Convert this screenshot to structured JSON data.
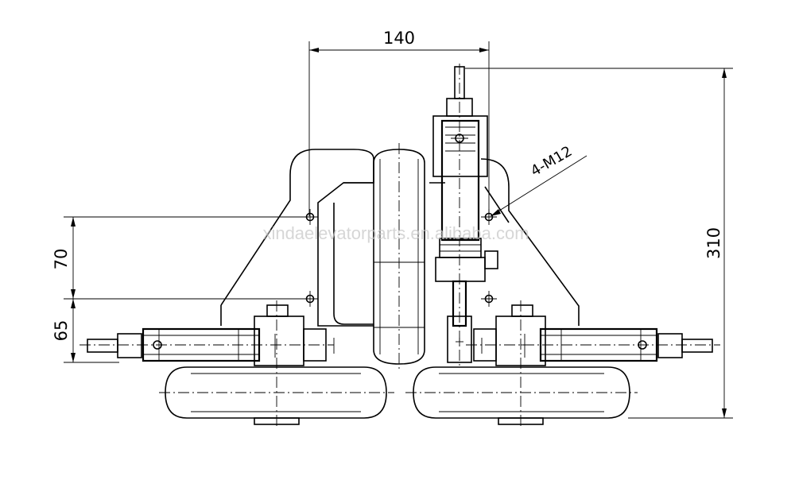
{
  "dimensions": {
    "top_width": "140",
    "total_height": "310",
    "upper_spacing": "70",
    "lower_spacing": "65"
  },
  "callout": "4-M12",
  "watermark": "xindaelevatorparts.en.alibaba.com"
}
